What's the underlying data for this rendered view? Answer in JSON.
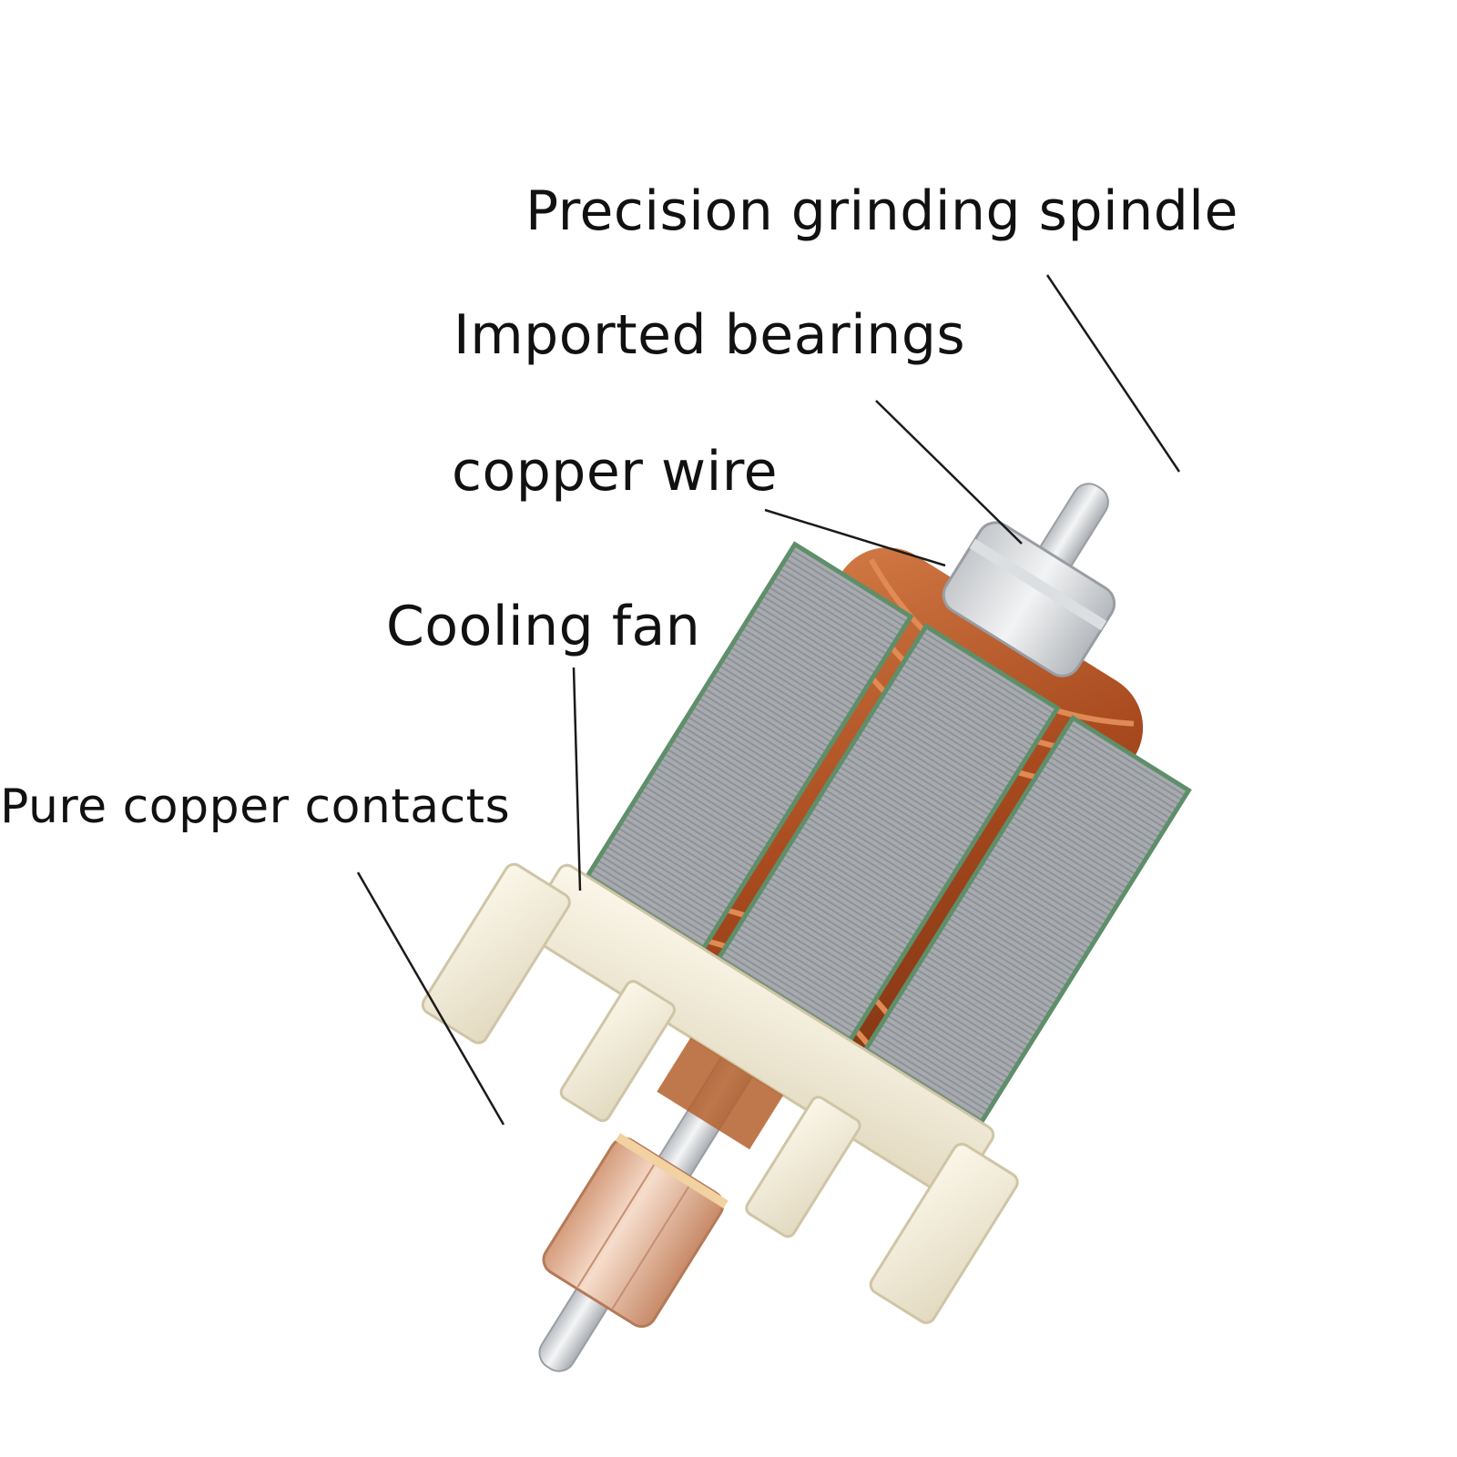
{
  "labels": {
    "spindle": "Precision grinding spindle",
    "bearings": "Imported bearings",
    "copper_wire": "copper wire",
    "cooling_fan": "Cooling fan",
    "contacts": "Pure copper contacts"
  },
  "colors": {
    "text": "#111111",
    "leader": "#1a1a1a",
    "steel": "#c9ccd0",
    "lamination": "#9ea2a6",
    "copper": "#b85a2a",
    "plastic": "#f1ead6",
    "commutator": "#e3b69a"
  }
}
